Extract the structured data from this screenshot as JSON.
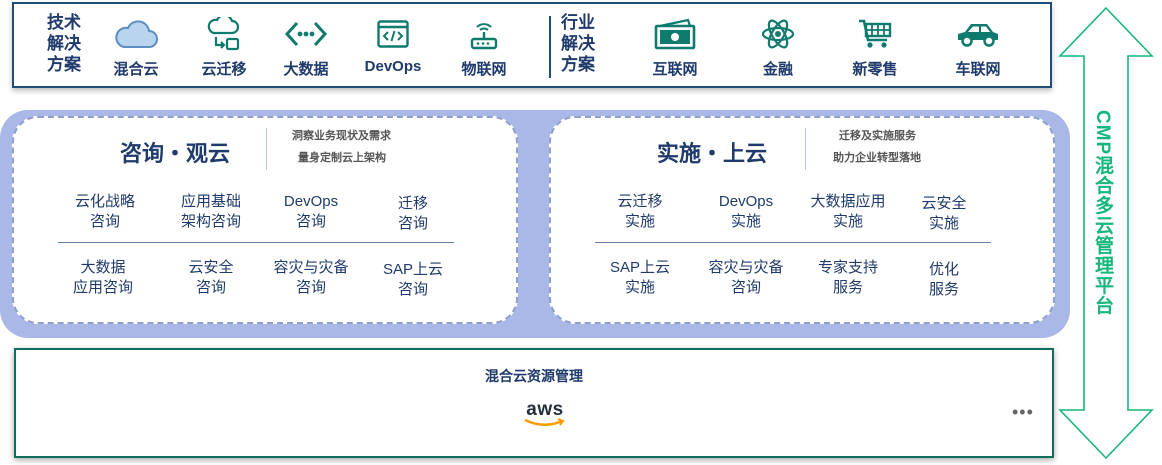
{
  "top_bar": {
    "tech_label": "技术\n解决\n方案",
    "tech_items": [
      {
        "label": "混合云",
        "icon": "cloud-icon"
      },
      {
        "label": "云迁移",
        "icon": "cloud-migration-icon"
      },
      {
        "label": "大数据",
        "icon": "big-data-icon"
      },
      {
        "label": "DevOps",
        "icon": "code-window-icon"
      },
      {
        "label": "物联网",
        "icon": "router-icon"
      }
    ],
    "industry_label": "行业\n解决\n方案",
    "industry_items": [
      {
        "label": "互联网",
        "icon": "banknote-icon"
      },
      {
        "label": "金融",
        "icon": "atom-icon"
      },
      {
        "label": "新零售",
        "icon": "shopping-cart-icon"
      },
      {
        "label": "车联网",
        "icon": "car-icon"
      }
    ],
    "colors": {
      "icon_primary": "#0f7a6e",
      "icon_cloud": "#b8d4ee",
      "border": "#1f4e79"
    }
  },
  "consult_panel": {
    "title": "咨询・观云",
    "subtitle_lines": [
      "洞察业务现状及需求",
      "量身定制云上架构"
    ],
    "row1": [
      "云化战略\n咨询",
      "应用基础\n架构咨询",
      "DevOps\n咨询",
      "迁移\n咨询"
    ],
    "row2": [
      "大数据\n应用咨询",
      "云安全\n咨询",
      "容灾与灾备\n咨询",
      "SAP上云\n咨询"
    ]
  },
  "implement_panel": {
    "title": "实施・上云",
    "subtitle_lines": [
      "迁移及实施服务",
      "助力企业转型落地"
    ],
    "row1": [
      "云迁移\n实施",
      "DevOps\n实施",
      "大数据应用\n实施",
      "云安全\n实施"
    ],
    "row2": [
      "SAP上云\n实施",
      "容灾与灾备\n咨询",
      "专家支持\n服务",
      "优化\n服务"
    ]
  },
  "bottom_bar": {
    "title": "混合云资源管理",
    "logo_text": "aws",
    "more": "•••"
  },
  "side_arrow": {
    "label": "CMP混合多云管理平台",
    "color": "#16b77a"
  }
}
